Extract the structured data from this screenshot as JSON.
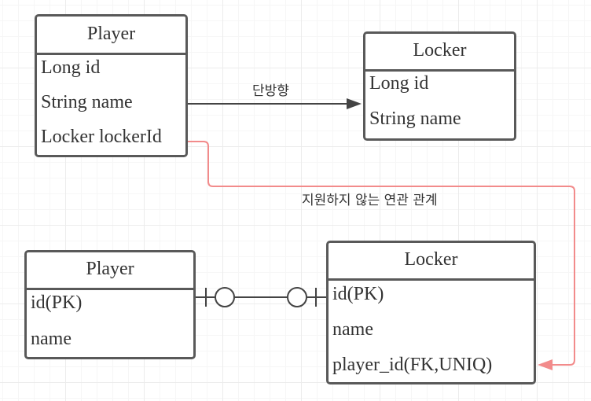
{
  "top": {
    "player": {
      "title": "Player",
      "fields": [
        "Long id",
        "String name",
        "Locker lockerId"
      ]
    },
    "locker": {
      "title": "Locker",
      "fields": [
        "Long id",
        "String name"
      ]
    },
    "arrow_label": "단방향"
  },
  "red_label": "지원하지 않는 연관 관계",
  "bottom": {
    "player": {
      "title": "Player",
      "fields": [
        "id(PK)",
        "name"
      ]
    },
    "locker": {
      "title": "Locker",
      "fields": [
        "id(PK)",
        "name",
        "player_id(FK,UNIQ)"
      ]
    }
  },
  "colors": {
    "border": "#595959",
    "arrow": "#444444",
    "red_line": "#f28b8b"
  }
}
